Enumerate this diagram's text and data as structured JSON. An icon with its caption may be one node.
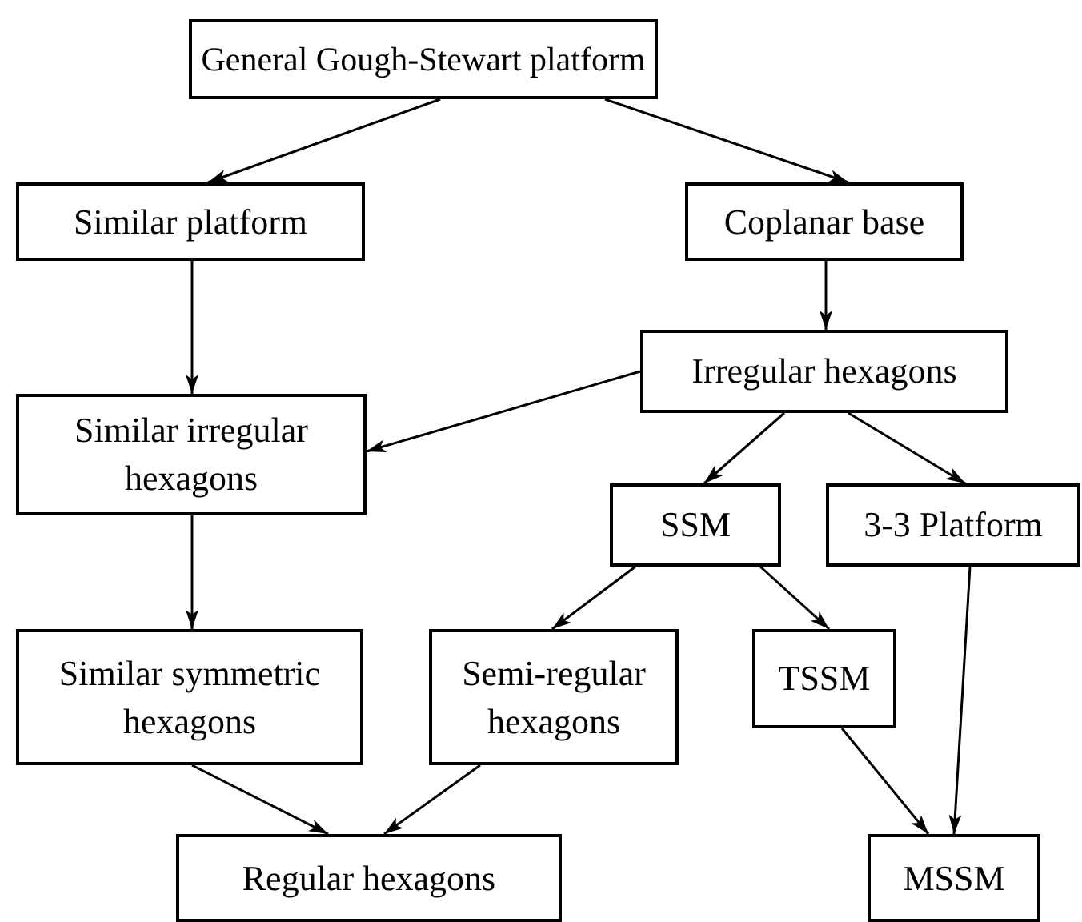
{
  "diagram": {
    "nodes": [
      {
        "text": [
          "General Gough-Stewart platform"
        ]
      },
      {
        "text": [
          "Similar platform"
        ]
      },
      {
        "text": [
          "Coplanar base"
        ]
      },
      {
        "text": [
          "Irregular hexagons"
        ]
      },
      {
        "text": [
          "Similar irregular hexagons"
        ]
      },
      {
        "text": [
          "SSM"
        ]
      },
      {
        "text": [
          "3-3 Platform"
        ]
      },
      {
        "text": [
          "Similar symmetric hexagons"
        ]
      },
      {
        "text": [
          "Semi-regular hexagons"
        ]
      },
      {
        "text": [
          "TSSM"
        ]
      },
      {
        "text": [
          "Regular hexagons"
        ]
      },
      {
        "text": [
          "MSSM"
        ]
      }
    ],
    "edges": [
      {
        "from": 0,
        "to": 1,
        "arrow": "to"
      },
      {
        "from": 0,
        "to": 2,
        "arrow": "to"
      },
      {
        "from": 1,
        "to": 4,
        "arrow": "to"
      },
      {
        "from": 2,
        "to": 3,
        "arrow": "to"
      },
      {
        "from": 3,
        "to": 4,
        "arrow": "to"
      },
      {
        "from": 3,
        "to": 5,
        "arrow": "to"
      },
      {
        "from": 3,
        "to": 6,
        "arrow": "to"
      },
      {
        "from": 4,
        "to": 7,
        "arrow": "to"
      },
      {
        "from": 5,
        "to": 8,
        "arrow": "to"
      },
      {
        "from": 5,
        "to": 9,
        "arrow": "to"
      },
      {
        "from": 7,
        "to": 10,
        "arrow": "to"
      },
      {
        "from": 8,
        "to": 10,
        "arrow": "to"
      },
      {
        "from": 9,
        "to": 11,
        "arrow": "to"
      },
      {
        "from": 6,
        "to": 11,
        "arrow": "to"
      }
    ]
  }
}
